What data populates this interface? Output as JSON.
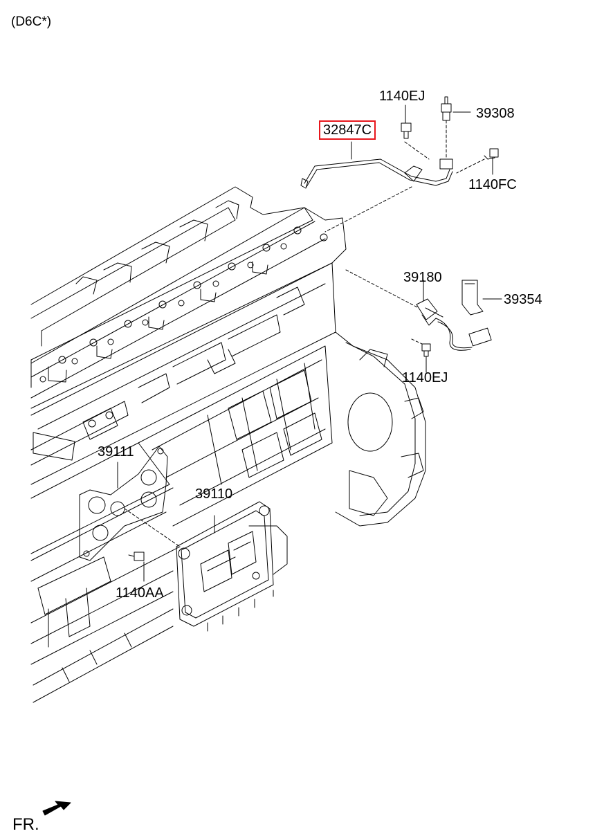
{
  "engine_code": "(D6C*)",
  "front_indicator": "FR.",
  "highlight_color": "#e8161c",
  "parts": [
    {
      "id": "p-32847c",
      "number": "32847C",
      "highlighted": true
    },
    {
      "id": "p-1140ej-top",
      "number": "1140EJ",
      "highlighted": false
    },
    {
      "id": "p-39308",
      "number": "39308",
      "highlighted": false
    },
    {
      "id": "p-1140fc",
      "number": "1140FC",
      "highlighted": false
    },
    {
      "id": "p-39180",
      "number": "39180",
      "highlighted": false
    },
    {
      "id": "p-39354",
      "number": "39354",
      "highlighted": false
    },
    {
      "id": "p-1140ej-mid",
      "number": "1140EJ",
      "highlighted": false
    },
    {
      "id": "p-39111",
      "number": "39111",
      "highlighted": false
    },
    {
      "id": "p-39110",
      "number": "39110",
      "highlighted": false
    },
    {
      "id": "p-1140aa",
      "number": "1140AA",
      "highlighted": false
    }
  ]
}
